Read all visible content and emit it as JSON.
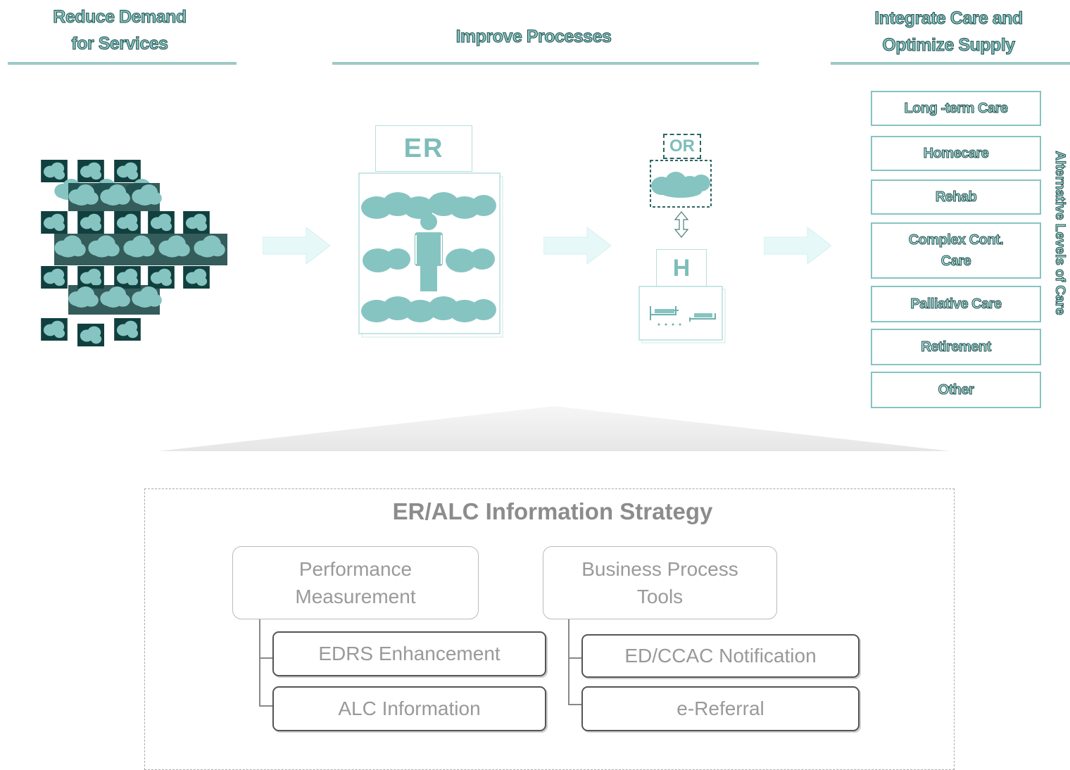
{
  "columns": {
    "reduce_demand": {
      "line1": "Reduce Demand",
      "line2": "for Services"
    },
    "improve_processes": {
      "title": "Improve Processes"
    },
    "integrate_care": {
      "line1": "Integrate Care and",
      "line2": "Optimize Supply"
    }
  },
  "icons": {
    "er_label": "ER",
    "or_label": "OR",
    "hospital_label": "H"
  },
  "alternative_levels": {
    "label": "Alternative Levels of Care",
    "items": [
      {
        "label": "Long -term Care"
      },
      {
        "label": "Homecare"
      },
      {
        "label": "Rehab"
      },
      {
        "label": "Complex Cont. Care"
      },
      {
        "label": "Palliative Care"
      },
      {
        "label": "Retirement"
      },
      {
        "label": "Other"
      }
    ]
  },
  "strategy": {
    "title": "ER/ALC Information Strategy",
    "categories": [
      {
        "title": "Performance Measurement",
        "items": [
          "EDRS Enhancement",
          "ALC Information"
        ]
      },
      {
        "title": "Business Process Tools",
        "items": [
          "ED/CCAC Notification",
          "e-Referral"
        ]
      }
    ]
  },
  "colors": {
    "teal_light": "#86c4c2",
    "teal_dark": "#1f4f4c",
    "arrow": "#e6f8f8",
    "strategy_text": "#8c8c8c"
  }
}
